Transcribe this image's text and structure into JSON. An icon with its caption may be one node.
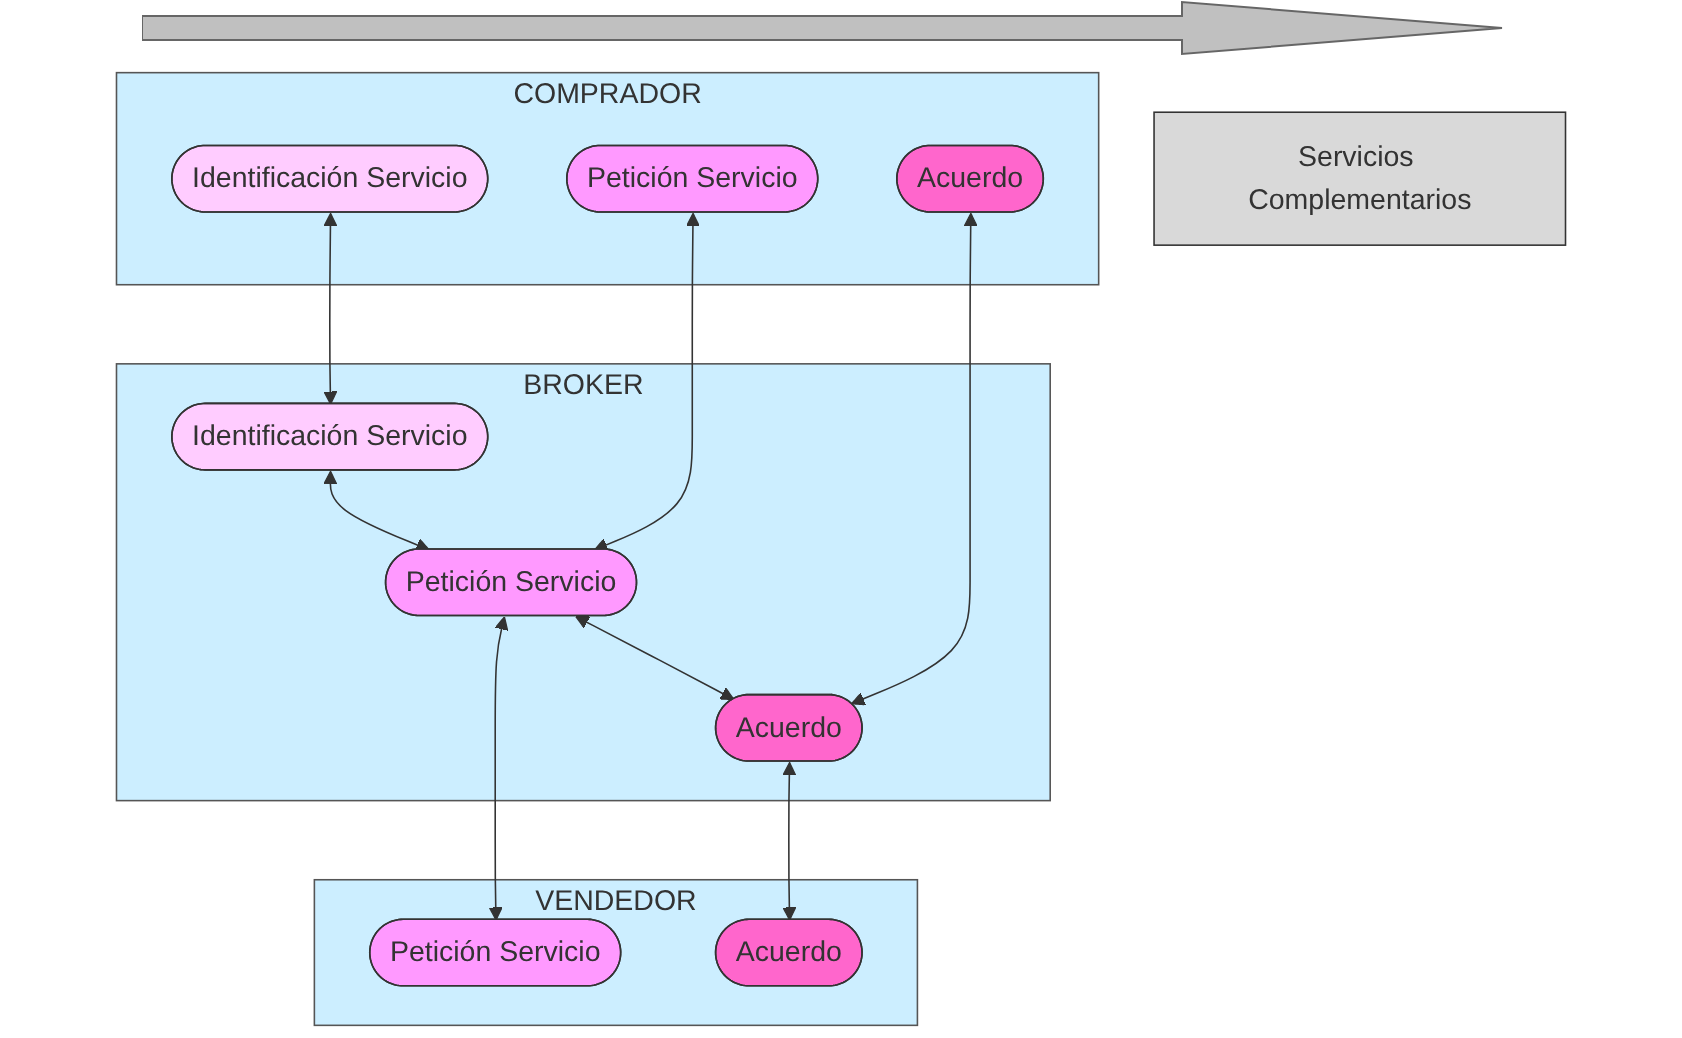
{
  "diagram": {
    "nodes": [
      {
        "text": [
          "COMPRADOR"
        ]
      },
      {
        "text": [
          "Identificación Servicio"
        ],
        "in": 0
      },
      {
        "text": [
          "Petición Servicio"
        ],
        "in": 0
      },
      {
        "text": [
          "Acuerdo"
        ],
        "in": 0
      },
      {
        "text": [
          "BROKER"
        ]
      },
      {
        "text": [
          "Identificación Servicio"
        ],
        "in": 4
      },
      {
        "text": [
          "Petición Servicio"
        ],
        "in": 4
      },
      {
        "text": [
          "Acuerdo"
        ],
        "in": 4
      },
      {
        "text": [
          "VENDEDOR"
        ]
      },
      {
        "text": [
          "Petición Servicio"
        ],
        "in": 8
      },
      {
        "text": [
          "Acuerdo"
        ],
        "in": 8
      },
      {
        "text": [
          "Servicios Complementarios"
        ]
      }
    ],
    "edges": [
      {
        "from": 1,
        "to": 5,
        "arrow": "both"
      },
      {
        "from": 2,
        "to": 6,
        "arrow": "both"
      },
      {
        "from": 3,
        "to": 7,
        "arrow": "both"
      },
      {
        "from": 5,
        "to": 6,
        "arrow": "both"
      },
      {
        "from": 6,
        "to": 7,
        "arrow": "both"
      },
      {
        "from": 6,
        "to": 9,
        "arrow": "both"
      },
      {
        "from": 7,
        "to": 10,
        "arrow": "both"
      }
    ]
  }
}
